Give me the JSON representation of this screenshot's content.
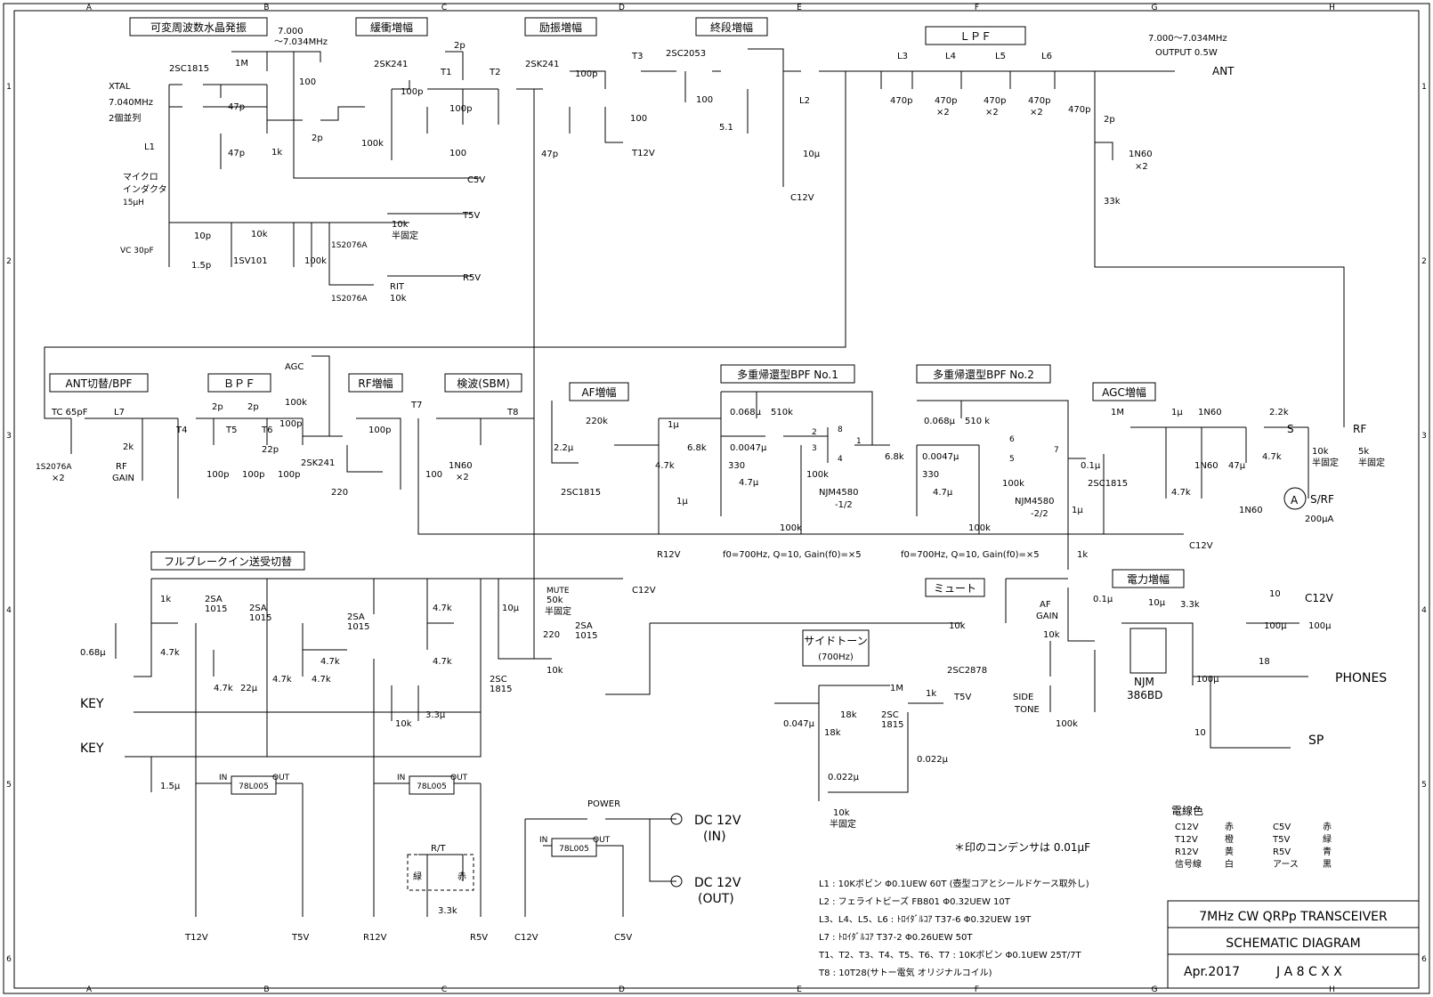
{
  "grid": {
    "cols": [
      "A",
      "B",
      "C",
      "D",
      "E",
      "F",
      "G",
      "H"
    ],
    "rows": [
      "1",
      "2",
      "3",
      "4",
      "5",
      "6"
    ]
  },
  "blocks": {
    "vxo": "可変周波数水晶発振",
    "buffer": "緩衝増幅",
    "driver": "励振増幅",
    "final": "終段増幅",
    "lpf": "ＬＰＦ",
    "ant_bpf": "ANT切替/BPF",
    "bpf": "ＢＰＦ",
    "rf_amp": "RF増幅",
    "detector": "検波(SBM)",
    "af_amp": "AF増幅",
    "mfb1": "多重帰還型BPF  No.1",
    "mfb2": "多重帰還型BPF  No.2",
    "agc_amp": "AGC増幅",
    "breakin": "フルブレークイン送受切替",
    "mute": "ミュート",
    "sidetone": "サイドトーン",
    "sidetone_freq": "(700Hz)",
    "power_amp": "電力増幅"
  },
  "labels": {
    "freq1": "7.000",
    "freq2": "～7.034MHz",
    "xtal": "XTAL",
    "xtal_f": "7.040MHz",
    "xtal_n": "2個並列",
    "l1": "L1",
    "micro1": "マイクロ",
    "micro2": "インダクタ",
    "micro3": "15μH",
    "vc": "VC 30pF",
    "q1": "2SC1815",
    "q2": "2SK241",
    "q3": "2SK241",
    "q4": "2SC2053",
    "r1m": "1M",
    "r100a": "100",
    "c47pa": "47p",
    "c47pb": "47p",
    "r1k": "1k",
    "c2pa": "2p",
    "c2pb": "2p",
    "r100k": "100k",
    "t1": "T1",
    "t2": "T2",
    "t3": "T3",
    "c100pa": "100p",
    "c100pb": "100p",
    "r100b": "100",
    "c5v": "C5V",
    "c100pc": "100p",
    "c47pc": "47p",
    "r100c": "100",
    "t12v": "T12V",
    "r100d": "100",
    "r51": "5.1",
    "l2": "L2",
    "c10u": "10μ",
    "c12v": "C12V",
    "l3": "L3",
    "l4": "L4",
    "l5": "L5",
    "l6": "L6",
    "c470a": "470p",
    "c470b": "470p",
    "c470c": "470p",
    "c470d": "470p",
    "c470e": "470p",
    "x2a": "×2",
    "x2b": "×2",
    "x2c": "×2",
    "out_freq": "7.000～7.034MHz",
    "out_pwr": "OUTPUT  0.5W",
    "ant": "ANT",
    "c2pc": "2p",
    "d1n60": "1N60",
    "d1n60x": "×2",
    "r33k": "33k",
    "c10p": "10p",
    "c15p": "1.5p",
    "sv101": "1SV101",
    "r10k": "10k",
    "r100k2": "100k",
    "d2076a": "1S2076A",
    "d2076b": "1S2076A",
    "t5v": "T5V",
    "r5v": "R5V",
    "pot10k": "10k",
    "hankotei1": "半固定",
    "rit": "RIT",
    "rit10k": "10k",
    "tc65": "TC 65pF",
    "l7": "L7",
    "d2076c": "1S2076A",
    "d2076x": "×2",
    "rf": "RF",
    "gain": "GAIN",
    "pot2k": "2k",
    "t4": "T4",
    "t5": "T5",
    "t6": "T6",
    "c2pd": "2p",
    "c2pe": "2p",
    "c100pd": "100p",
    "c100pe": "100p",
    "c100pf": "100p",
    "c22p": "22p",
    "c100pg": "100p",
    "agc": "AGC",
    "r100k3": "100k",
    "q5": "2SK241",
    "r220": "220",
    "t7": "T7",
    "c100ph": "100p",
    "r100e": "100",
    "t8": "T8",
    "d1n60b": "1N60",
    "d1n60bx": "×2",
    "c22u": "2.2μ",
    "r220k": "220k",
    "q6": "2SC1815",
    "c1ua": "1μ",
    "r68k": "6.8k",
    "r47k": "4.7k",
    "c1ub": "1μ",
    "r12v": "R12V",
    "c0068a": "0.068μ",
    "r510k": "510k",
    "c0047a": "0.0047μ",
    "r330a": "330",
    "c47ua": "4.7μ",
    "r100k4": "100k",
    "r100k5": "100k",
    "njm1": "NJM4580",
    "njm1b": "-1/2",
    "r68kb": "6.8k",
    "c0068b": "0.068μ",
    "r510kb": "510 k",
    "c0047b": "0.0047μ",
    "r330b": "330",
    "c47ub": "4.7μ",
    "r100k6": "100k",
    "r100k7": "100k",
    "njm2": "NJM4580",
    "njm2b": "-2/2",
    "f0a": "f0=700Hz, Q=10, Gain(f0)=×5",
    "f0b": "f0=700Hz, Q=10, Gain(f0)=×5",
    "c01u": "0.1μ",
    "r1mb": "1M",
    "q7": "2SC1815",
    "r47kb": "4.7k",
    "c1uc": "1μ",
    "d1n60c": "1N60",
    "d1n60d": "1N60",
    "c47u": "47μ",
    "r22k": "2.2k",
    "r47kc": "4.7k",
    "s": "S",
    "pot10kb": "10k",
    "hankotei2": "半固定",
    "rf2": "RF",
    "pot5k": "5k",
    "hankotei3": "半固定",
    "meter": "A",
    "srf": "S/RF",
    "meter_i": "200μA",
    "d1n60e": "1N60",
    "c12vb": "C12V",
    "c1ud": "1μ",
    "r1kb": "1k",
    "pin8": "8",
    "pin4": "4",
    "pin1": "1",
    "pin2": "2",
    "pin3": "3",
    "pin5": "5",
    "pin6": "6",
    "pin7": "7",
    "pnp1": "2SA",
    "pnp1b": "1015",
    "pnp2": "2SA",
    "pnp2b": "1015",
    "pnp3": "2SA",
    "pnp3b": "1015",
    "q8": "2SC",
    "q8b": "1815",
    "pnp4": "2SA",
    "pnp4b": "1015",
    "r1kc": "1k",
    "r47kd": "4.7k",
    "c068u": "0.68μ",
    "r47ke": "4.7k",
    "c22ub": "22μ",
    "r47kf": "4.7k",
    "r47kg": "4.7k",
    "r47kh": "4.7k",
    "r47ki": "4.7k",
    "r47kj": "4.7k",
    "r10kb": "10k",
    "c33u": "3.3μ",
    "c10ub": "10μ",
    "mute": "MUTE",
    "mute50k": "50k",
    "hankotei4": "半固定",
    "r220b": "220",
    "r10kc": "10k",
    "c12vc": "C12V",
    "key1": "KEY",
    "key2": "KEY",
    "c15u": "1.5μ",
    "in1": "IN",
    "out1": "OUT",
    "reg1": "78L005",
    "in2": "IN",
    "out2": "OUT",
    "reg2": "78L005",
    "rt": "R/T",
    "green": "緑",
    "red": "赤",
    "r33kb": "3.3k",
    "bus_t12v": "T12V",
    "bus_t5v": "T5V",
    "bus_r12v": "R12V",
    "bus_r5v": "R5V",
    "bus_c12v": "C12V",
    "bus_c5v": "C5V",
    "power": "POWER",
    "in3": "IN",
    "out3": "OUT",
    "reg3": "78L005",
    "dcin": "DC 12V",
    "dcin2": "(IN)",
    "dcout": "DC 12V",
    "dcout2": "(OUT)",
    "q9": "2SC2878",
    "r10kd": "10k",
    "afgain": "AF",
    "afgain2": "GAIN",
    "pot10kc": "10k",
    "c01ub": "0.1μ",
    "c10uc": "10μ",
    "r33kc": "3.3k",
    "njm386": "NJM",
    "njm386b": "386BD",
    "r10e": "10",
    "c100uc": "100μ",
    "c100ud": "100μ",
    "c12vd": "C12V",
    "c100ue": "100μ",
    "r18": "18",
    "r10f": "10",
    "phones": "PHONES",
    "sp": "SP",
    "side": "SIDE",
    "tone": "TONE",
    "pot100k": "100k",
    "c0047c": "0.047μ",
    "r18k": "18k",
    "r18kb": "18k",
    "r1mc": "1M",
    "q10": "2SC",
    "q10b": "1815",
    "r1kd": "1k",
    "t5vb": "T5V",
    "c0022a": "0.022μ",
    "c0022b": "0.022μ",
    "pot10kd": "10k",
    "hankotei5": "半固定",
    "capnote": "＊印のコンデンサは 0.01μF"
  },
  "wire_colors": {
    "title": "電線色",
    "rows": [
      [
        "C12V",
        "赤",
        "C5V",
        "赤"
      ],
      [
        "T12V",
        "橙",
        "T5V",
        "緑"
      ],
      [
        "R12V",
        "黄",
        "R5V",
        "青"
      ],
      [
        "信号線",
        "白",
        "アース",
        "黒"
      ]
    ]
  },
  "coil_notes": [
    "L1 : 10Kボビン Φ0.1UEW 60T (壺型コアとシールドケース取外し)",
    "L2 : フェライトビーズ FB801  Φ0.32UEW  10T",
    "L3、L4、L5、L6 : ﾄﾛｲﾀﾞﾙｺｱ T37-6  Φ0.32UEW  19T",
    "L7 : ﾄﾛｲﾀﾞﾙｺｱ T37-2  Φ0.26UEW  50T",
    "T1、T2、T3、T4、T5、T6、T7 : 10Kボビン  Φ0.1UEW  25T/7T",
    "T8 : 10T28(サトー電気  オリジナルコイル)"
  ],
  "title_block": {
    "line1": "7MHz CW QRPp TRANSCEIVER",
    "line2": "SCHEMATIC DIAGRAM",
    "date": "Apr.2017",
    "author": "J A 8 C X X"
  }
}
